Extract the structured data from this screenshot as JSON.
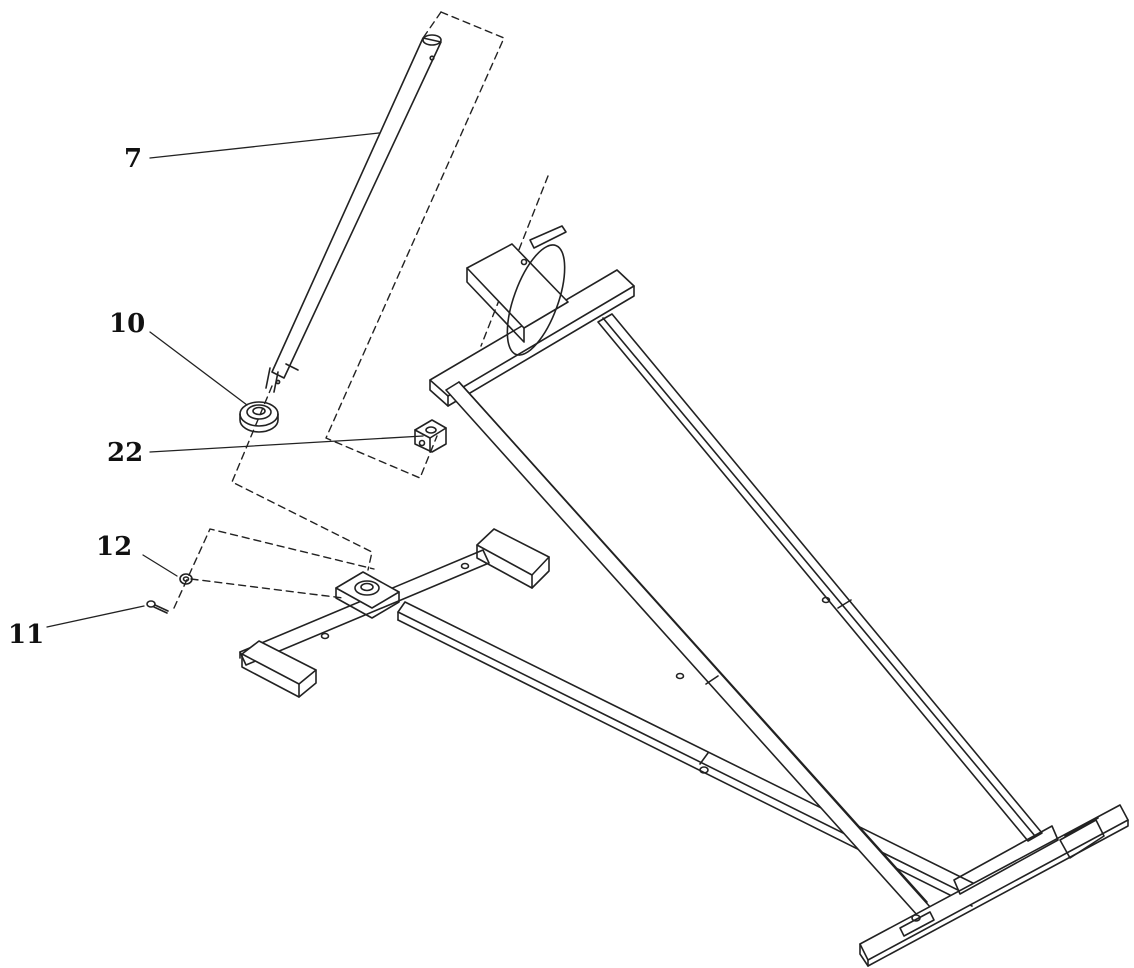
{
  "callouts": {
    "part_7": "7",
    "part_10": "10",
    "part_22": "22",
    "part_12": "12",
    "part_11": "11"
  },
  "colors": {
    "line": "#222222",
    "background": "#ffffff"
  }
}
